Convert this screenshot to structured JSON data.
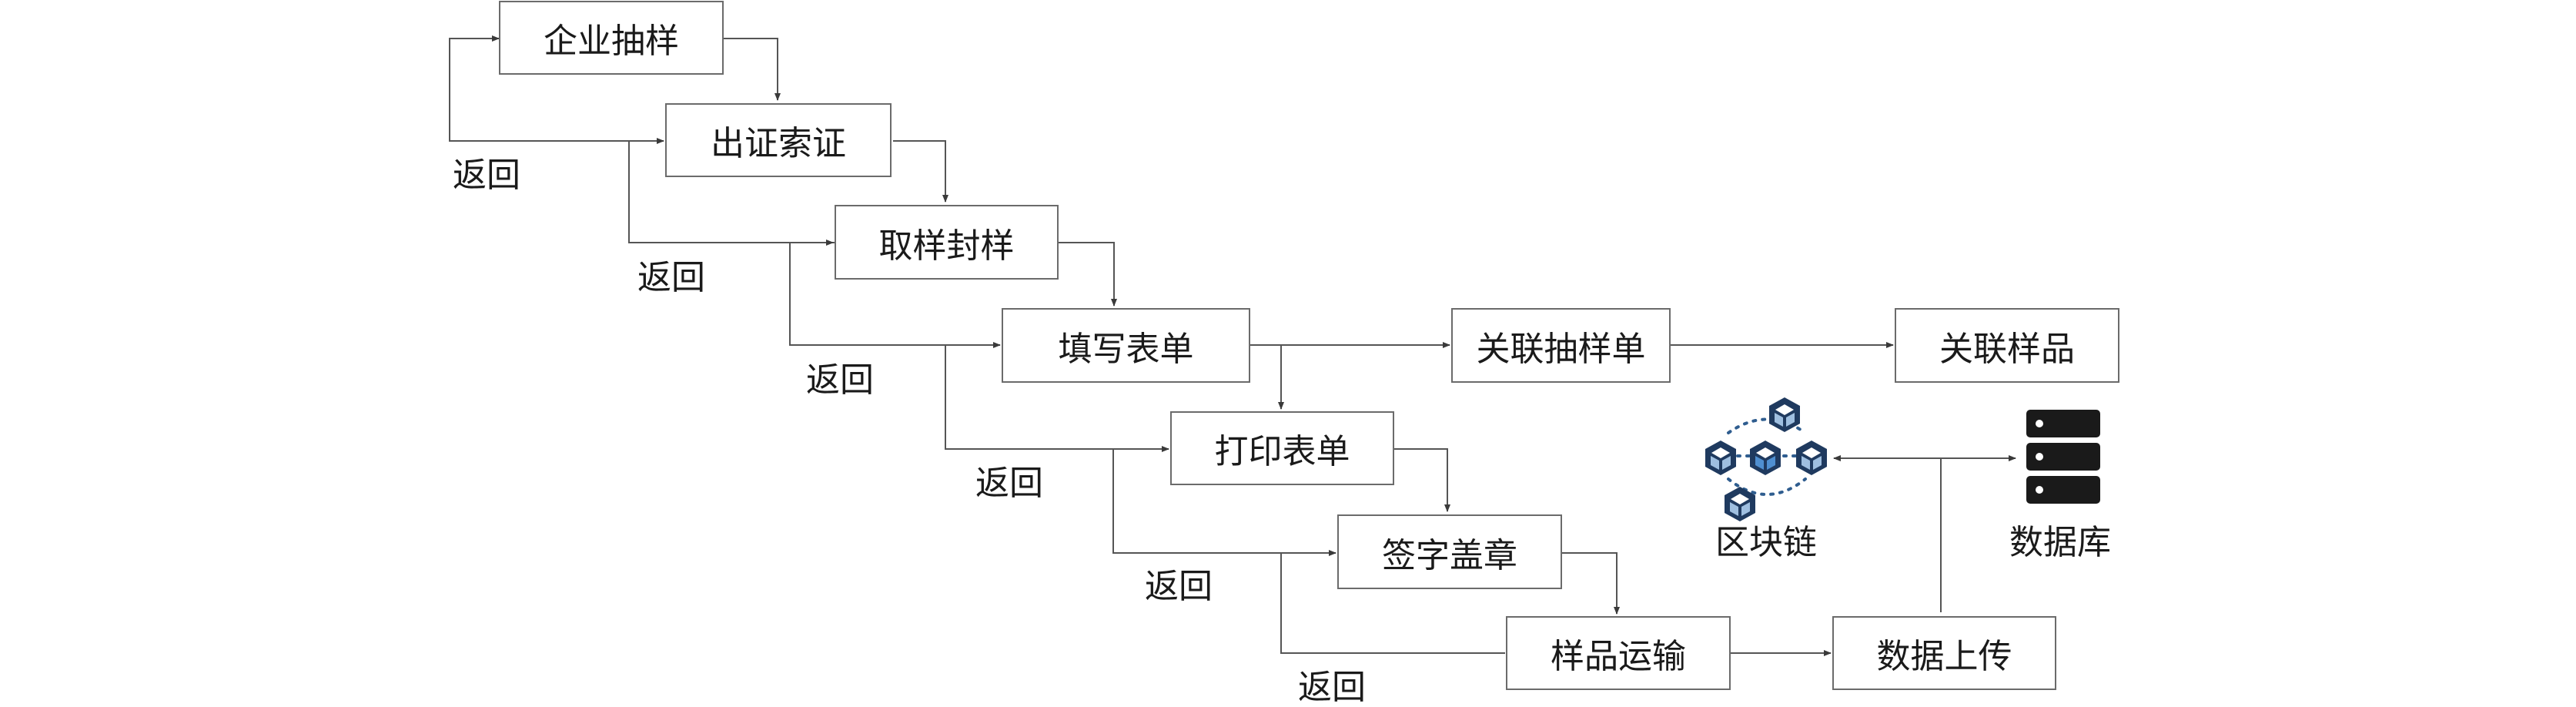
{
  "steps": {
    "s1": "企业抽样",
    "s2": "出证索证",
    "s3": "取样封样",
    "s4": "填写表单",
    "s5": "打印表单",
    "s6": "签字盖章",
    "s7": "样品运输",
    "s8": "数据上传",
    "s9": "关联抽样单",
    "s10": "关联样品"
  },
  "return_label": "返回",
  "blockchain": {
    "label": "区块链",
    "icon": "blockchain-icon",
    "color": "#1f3a5f"
  },
  "database": {
    "label": "数据库",
    "icon": "database-server-icon",
    "color": "#1a1a1a"
  }
}
